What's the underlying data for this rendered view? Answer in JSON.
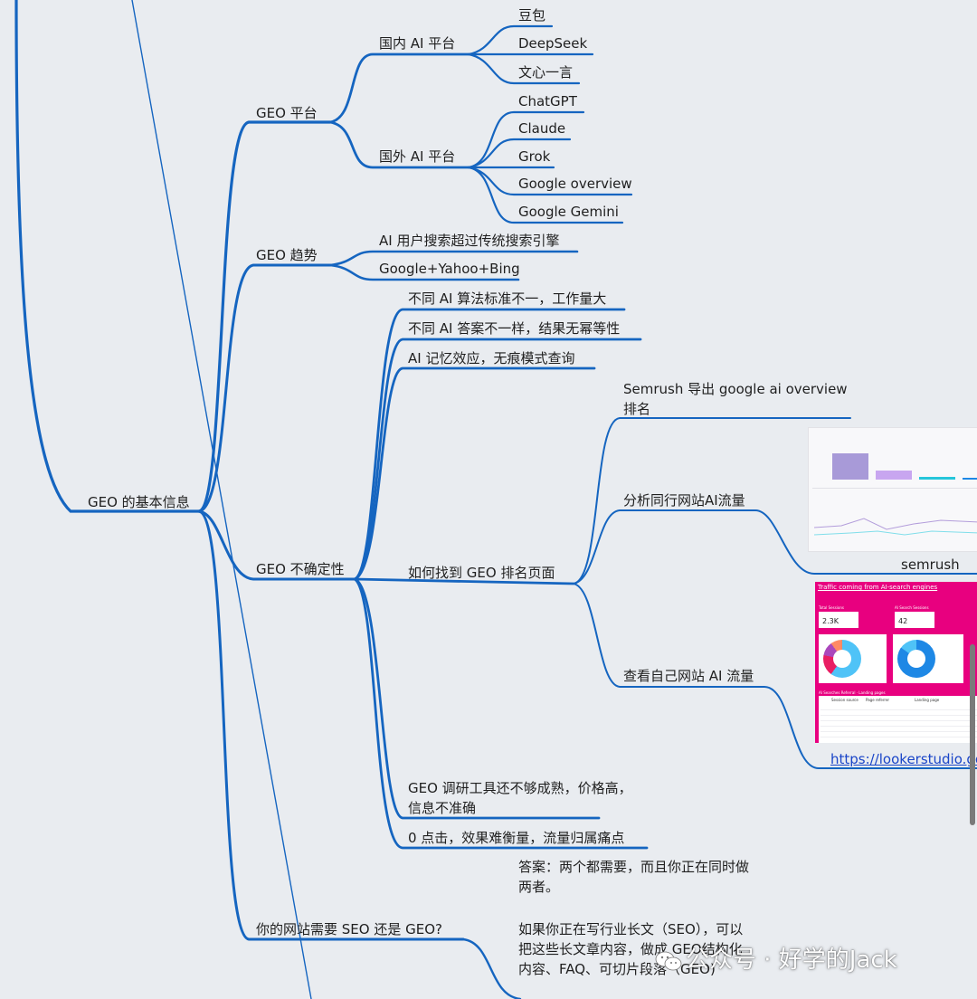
{
  "colors": {
    "edge": "#1565c0",
    "background": "#e9ecf0"
  },
  "root": {
    "label": "GEO 的基本信息"
  },
  "platform": {
    "label": "GEO 平台",
    "domestic": {
      "label": "国内 AI 平台",
      "items": [
        "豆包",
        "DeepSeek",
        "文心一言"
      ]
    },
    "foreign": {
      "label": "国外 AI 平台",
      "items": [
        "ChatGPT",
        "Claude",
        "Grok",
        "Google overview",
        "Google Gemini"
      ]
    }
  },
  "trend": {
    "label": "GEO 趋势",
    "items": [
      "AI 用户搜索超过传统搜索引擎",
      "Google+Yahoo+Bing"
    ]
  },
  "uncertainty": {
    "label": "GEO 不确定性",
    "items": [
      "不同 AI 算法标准不一，工作量大",
      "不同 AI 答案不一样，结果无幂等性",
      "AI 记忆效应，无痕模式查询"
    ],
    "find": {
      "label": "如何找到 GEO 排名页面",
      "semrush_export": "Semrush 导出 google ai overview 排名",
      "competitor": "分析同行网站AI流量",
      "semrush_caption": "semrush",
      "own_site": "查看自己网站 AI 流量",
      "own_site_link": "https://lookerstudio.go"
    },
    "tools": "GEO 调研工具还不够成熟，价格高，信息不准确",
    "zero_click": "0 点击，效果难衡量，流量归属痛点"
  },
  "seo_vs_geo": {
    "label": "你的网站需要 SEO 还是 GEO?",
    "answer": "答案：两个都需要，而且你正在同时做两者。",
    "detail": "如果你正在写行业长文（SEO），可以把这些长文章内容，做成 GEO结构化内容、FAQ、可切片段落（GEO)"
  },
  "traffic_report": {
    "title": "Traffic coming from AI-search engines",
    "total_label": "Total Sessions",
    "total_value": "2.3K",
    "ai_label": "AI Search Sessions",
    "ai_value": "42",
    "table_title": "AI Searches Referral · Landing pages",
    "columns": [
      "Session source",
      "Page referrer",
      "Landing page"
    ]
  },
  "watermark": "公众号 · 好学的Jack",
  "icons": [
    "wechat-icon"
  ]
}
